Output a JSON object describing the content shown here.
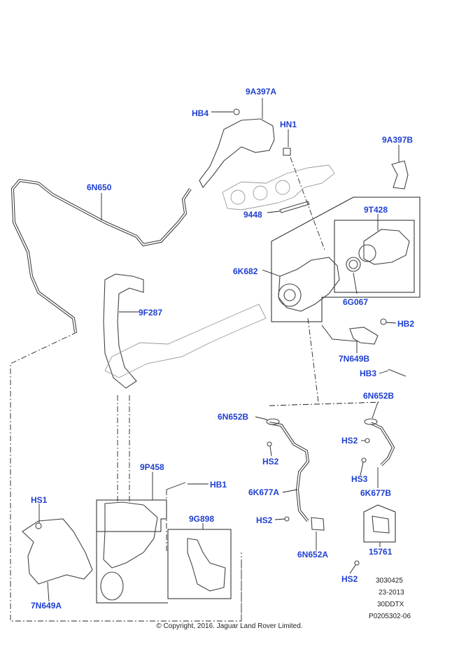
{
  "diagram": {
    "labels": {
      "9A397A": "9A397A",
      "HB4": "HB4",
      "HN1": "HN1",
      "9A397B": "9A397B",
      "6N650": "6N650",
      "9448": "9448",
      "9T428": "9T428",
      "6K682": "6K682",
      "9F287": "9F287",
      "6G067": "6G067",
      "HB2": "HB2",
      "7N649B": "7N649B",
      "HB3": "HB3",
      "6N652B_top": "6N652B",
      "6N652B_left": "6N652B",
      "HS2_a": "HS2",
      "HS2_b": "HS2",
      "HS2_c": "HS2",
      "HS2_d": "HS2",
      "HS3": "HS3",
      "6K677B": "6K677B",
      "6K677A": "6K677A",
      "9P458": "9P458",
      "HB1": "HB1",
      "HS1": "HS1",
      "9G898": "9G898",
      "6N652A": "6N652A",
      "15761": "15761",
      "7N649A": "7N649A"
    },
    "meta": {
      "ref1": "3030425",
      "ref2": "23-2013",
      "ref3": "30DDTX",
      "ref4": "P0205302-06"
    },
    "copyright": "© Copyright, 2016. Jaguar Land Rover Limited."
  }
}
